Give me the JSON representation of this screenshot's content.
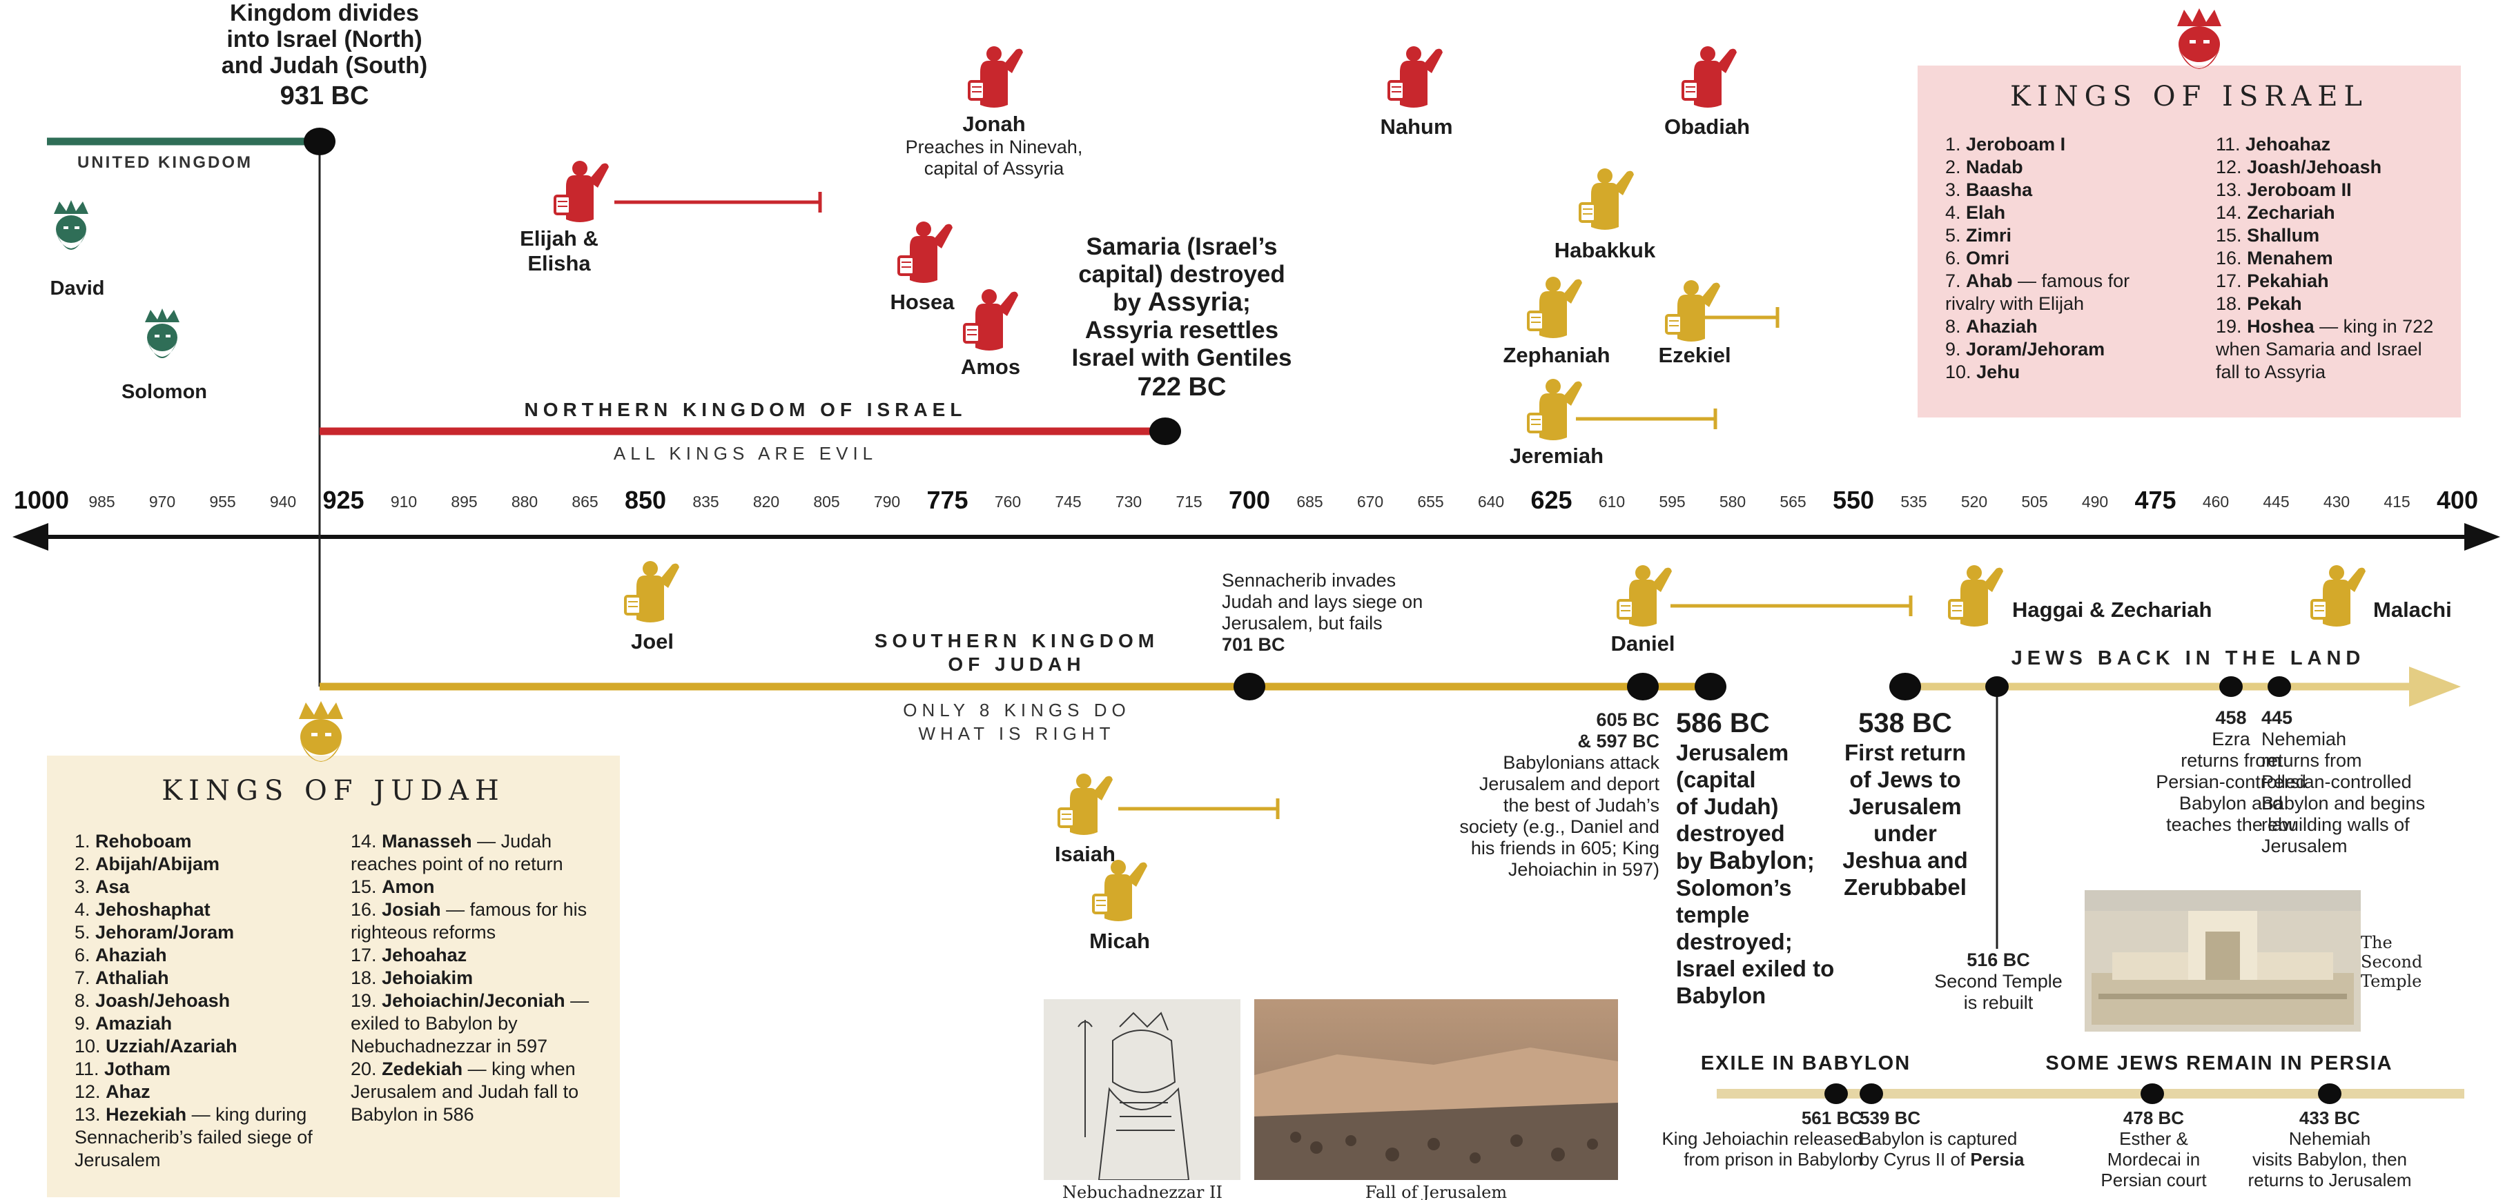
{
  "colors": {
    "israel_red": "#c8272d",
    "judah_gold": "#d4a92a",
    "united_green": "#2f6e57",
    "israel_panel": "#f7d8d8",
    "judah_panel": "#f8efd9",
    "exile_line": "#e6d6a5"
  },
  "top_note": {
    "text1": "Kingdom divides",
    "text2": "into Israel (North)",
    "text3": "and Judah (South)",
    "year": "931 BC"
  },
  "united": {
    "label": "UNITED KINGDOM"
  },
  "kings_small": {
    "david": "David",
    "solomon": "Solomon"
  },
  "israel_line": {
    "title": "NORTHERN KINGDOM OF ISRAEL",
    "subtitle": "ALL KINGS ARE EVIL"
  },
  "judah_line": {
    "title_1": "SOUTHERN KINGDOM",
    "title_2": "OF JUDAH",
    "subtitle_1": "ONLY 8 KINGS DO",
    "subtitle_2": "WHAT IS RIGHT"
  },
  "prophets_israel": {
    "elijah_1": "Elijah &",
    "elijah_2": "Elisha",
    "jonah": "Jonah",
    "jonah_note_1": "Preaches in Ninevah,",
    "jonah_note_2": "capital of Assyria",
    "hosea": "Hosea",
    "amos": "Amos",
    "nahum": "Nahum",
    "obadiah": "Obadiah"
  },
  "prophets_judah": {
    "habakkuk": "Habakkuk",
    "zephaniah": "Zephaniah",
    "ezekiel": "Ezekiel",
    "jeremiah": "Jeremiah",
    "joel": "Joel",
    "isaiah": "Isaiah",
    "micah": "Micah",
    "daniel": "Daniel",
    "haggai": "Haggai & Zechariah",
    "malachi": "Malachi"
  },
  "samaria": {
    "line1": "Samaria (Israel’s",
    "line2": "capital) destroyed",
    "line3a": "by ",
    "line3b": "Assyria",
    "line3c": ";",
    "line4": "Assyria resettles",
    "line5": "Israel with Gentiles",
    "year": "722 BC"
  },
  "timeline": {
    "ticks": [
      {
        "label": "1000",
        "major": true
      },
      {
        "label": "985"
      },
      {
        "label": "970"
      },
      {
        "label": "955"
      },
      {
        "label": "940"
      },
      {
        "label": "925",
        "major": true
      },
      {
        "label": "910"
      },
      {
        "label": "895"
      },
      {
        "label": "880"
      },
      {
        "label": "865"
      },
      {
        "label": "850",
        "major": true
      },
      {
        "label": "835"
      },
      {
        "label": "820"
      },
      {
        "label": "805"
      },
      {
        "label": "790"
      },
      {
        "label": "775",
        "major": true
      },
      {
        "label": "760"
      },
      {
        "label": "745"
      },
      {
        "label": "730"
      },
      {
        "label": "715"
      },
      {
        "label": "700",
        "major": true
      },
      {
        "label": "685"
      },
      {
        "label": "670"
      },
      {
        "label": "655"
      },
      {
        "label": "640"
      },
      {
        "label": "625",
        "major": true
      },
      {
        "label": "610"
      },
      {
        "label": "595"
      },
      {
        "label": "580"
      },
      {
        "label": "565"
      },
      {
        "label": "550",
        "major": true
      },
      {
        "label": "535"
      },
      {
        "label": "520"
      },
      {
        "label": "505"
      },
      {
        "label": "490"
      },
      {
        "label": "475",
        "major": true
      },
      {
        "label": "460"
      },
      {
        "label": "445"
      },
      {
        "label": "430"
      },
      {
        "label": "415"
      },
      {
        "label": "400",
        "major": true
      }
    ]
  },
  "sennacherib": {
    "l1": "Sennacherib invades",
    "l2": "Judah and lays siege on",
    "l3": "Jerusalem, but fails",
    "year": "701 BC"
  },
  "babylon_605": {
    "y1": "605 BC",
    "y2": "& 597 BC",
    "l1": "Babylonians attack",
    "l2": "Jerusalem and deport",
    "l3": "the best of Judah’s",
    "l4": "society (e.g., Daniel and",
    "l5": "his friends in 605; King",
    "l6": "Jehoiachin in 597)"
  },
  "fall_586": {
    "year": "586 BC",
    "l1": "Jerusalem",
    "l2": "(capital",
    "l3": "of Judah)",
    "l4": "destroyed",
    "l5a": "by ",
    "l5b": "Babylon",
    "l5c": ";",
    "l6": "Solomon’s",
    "l7": "temple",
    "l8": "destroyed;",
    "l9": "Israel exiled to",
    "l10": "Babylon"
  },
  "return_538": {
    "year": "538 BC",
    "l1": "First return",
    "l2": "of Jews to",
    "l3": "Jerusalem",
    "l4": "under",
    "l5": "Jeshua and",
    "l6": "Zerubbabel"
  },
  "back_in_land": {
    "title": "JEWS BACK IN THE LAND"
  },
  "temple_516": {
    "year": "516 BC",
    "l1": "Second Temple",
    "l2": "is rebuilt"
  },
  "ezra_458": {
    "year": "458",
    "l1": "Ezra",
    "l2": "returns from",
    "l3": "Persian-controlled",
    "l4": "Babylon and",
    "l5": "teaches the law"
  },
  "nehemiah_445": {
    "year": "445",
    "l1": "Nehemiah",
    "l2": "returns from",
    "l3": "Persian-controlled",
    "l4": "Babylon and begins",
    "l5": "rebuilding walls of",
    "l6": "Jerusalem"
  },
  "second_temple_caption": {
    "l1": "The",
    "l2": "Second",
    "l3": "Temple"
  },
  "exile": {
    "title_left": "EXILE IN BABYLON",
    "title_right": "SOME JEWS REMAIN IN PERSIA",
    "e561": {
      "year": "561 BC",
      "l1": "King Jehoiachin released",
      "l2": "from prison in Babylon"
    },
    "e539": {
      "year": "539 BC",
      "l1": "Babylon is captured",
      "l2a": "by Cyrus II of ",
      "l2b": "Persia"
    },
    "e478": {
      "year": "478 BC",
      "l1": "Esther &",
      "l2": "Mordecai in",
      "l3": "Persian court"
    },
    "e433": {
      "year": "433 BC",
      "l1": "Nehemiah",
      "l2": "visits Babylon, then",
      "l3": "returns to Jerusalem"
    }
  },
  "captions": {
    "nebuchadnezzar": "Nebuchadnezzar II",
    "fall": "Fall of Jerusalem"
  },
  "kings_israel": {
    "title": "KINGS OF ISRAEL",
    "left": [
      {
        "n": "1.",
        "name": "Jeroboam I",
        "note": ""
      },
      {
        "n": "2.",
        "name": "Nadab",
        "note": ""
      },
      {
        "n": "3.",
        "name": "Baasha",
        "note": ""
      },
      {
        "n": "4.",
        "name": "Elah",
        "note": ""
      },
      {
        "n": "5.",
        "name": "Zimri",
        "note": ""
      },
      {
        "n": "6.",
        "name": "Omri",
        "note": ""
      },
      {
        "n": "7.",
        "name": "Ahab",
        "note": " — famous for rivalry with Elijah"
      },
      {
        "n": "8.",
        "name": "Ahaziah",
        "note": ""
      },
      {
        "n": "9.",
        "name": "Joram/Jehoram",
        "note": ""
      },
      {
        "n": "10.",
        "name": "Jehu",
        "note": ""
      }
    ],
    "right": [
      {
        "n": "11.",
        "name": "Jehoahaz",
        "note": ""
      },
      {
        "n": "12.",
        "name": "Joash/Jehoash",
        "note": ""
      },
      {
        "n": "13.",
        "name": "Jeroboam II",
        "note": ""
      },
      {
        "n": "14.",
        "name": "Zechariah",
        "note": ""
      },
      {
        "n": "15.",
        "name": "Shallum",
        "note": ""
      },
      {
        "n": "16.",
        "name": "Menahem",
        "note": ""
      },
      {
        "n": "17.",
        "name": "Pekahiah",
        "note": ""
      },
      {
        "n": "18.",
        "name": "Pekah",
        "note": ""
      },
      {
        "n": "19.",
        "name": "Hoshea",
        "note": " — king in 722 when Samaria and Israel fall to Assyria"
      }
    ]
  },
  "kings_judah": {
    "title": "KINGS OF JUDAH",
    "left": [
      {
        "n": "1.",
        "name": "Rehoboam",
        "note": ""
      },
      {
        "n": "2.",
        "name": "Abijah/Abijam",
        "note": ""
      },
      {
        "n": "3.",
        "name": "Asa",
        "note": ""
      },
      {
        "n": "4.",
        "name": "Jehoshaphat",
        "note": ""
      },
      {
        "n": "5.",
        "name": "Jehoram/Joram",
        "note": ""
      },
      {
        "n": "6.",
        "name": "Ahaziah",
        "note": ""
      },
      {
        "n": "7.",
        "name": "Athaliah",
        "note": ""
      },
      {
        "n": "8.",
        "name": "Joash/Jehoash",
        "note": ""
      },
      {
        "n": "9.",
        "name": "Amaziah",
        "note": ""
      },
      {
        "n": "10.",
        "name": "Uzziah/Azariah",
        "note": ""
      },
      {
        "n": "11.",
        "name": "Jotham",
        "note": ""
      },
      {
        "n": "12.",
        "name": "Ahaz",
        "note": ""
      },
      {
        "n": "13.",
        "name": "Hezekiah",
        "note": " — king during Sennacherib’s failed siege of Jerusalem"
      }
    ],
    "right": [
      {
        "n": "14.",
        "name": "Manasseh",
        "note": " — Judah reaches point of no return"
      },
      {
        "n": "15.",
        "name": "Amon",
        "note": ""
      },
      {
        "n": "16.",
        "name": "Josiah",
        "note": " — famous for his righteous reforms"
      },
      {
        "n": "17.",
        "name": "Jehoahaz",
        "note": ""
      },
      {
        "n": "18.",
        "name": "Jehoiakim",
        "note": ""
      },
      {
        "n": "19.",
        "name": "Jehoiachin/Jeconiah",
        "note": " — exiled to Babylon by Nebuchadnezzar in 597"
      },
      {
        "n": "20.",
        "name": "Zedekiah",
        "note": " — king when Jerusalem and Judah fall to Babylon in 586"
      }
    ]
  }
}
